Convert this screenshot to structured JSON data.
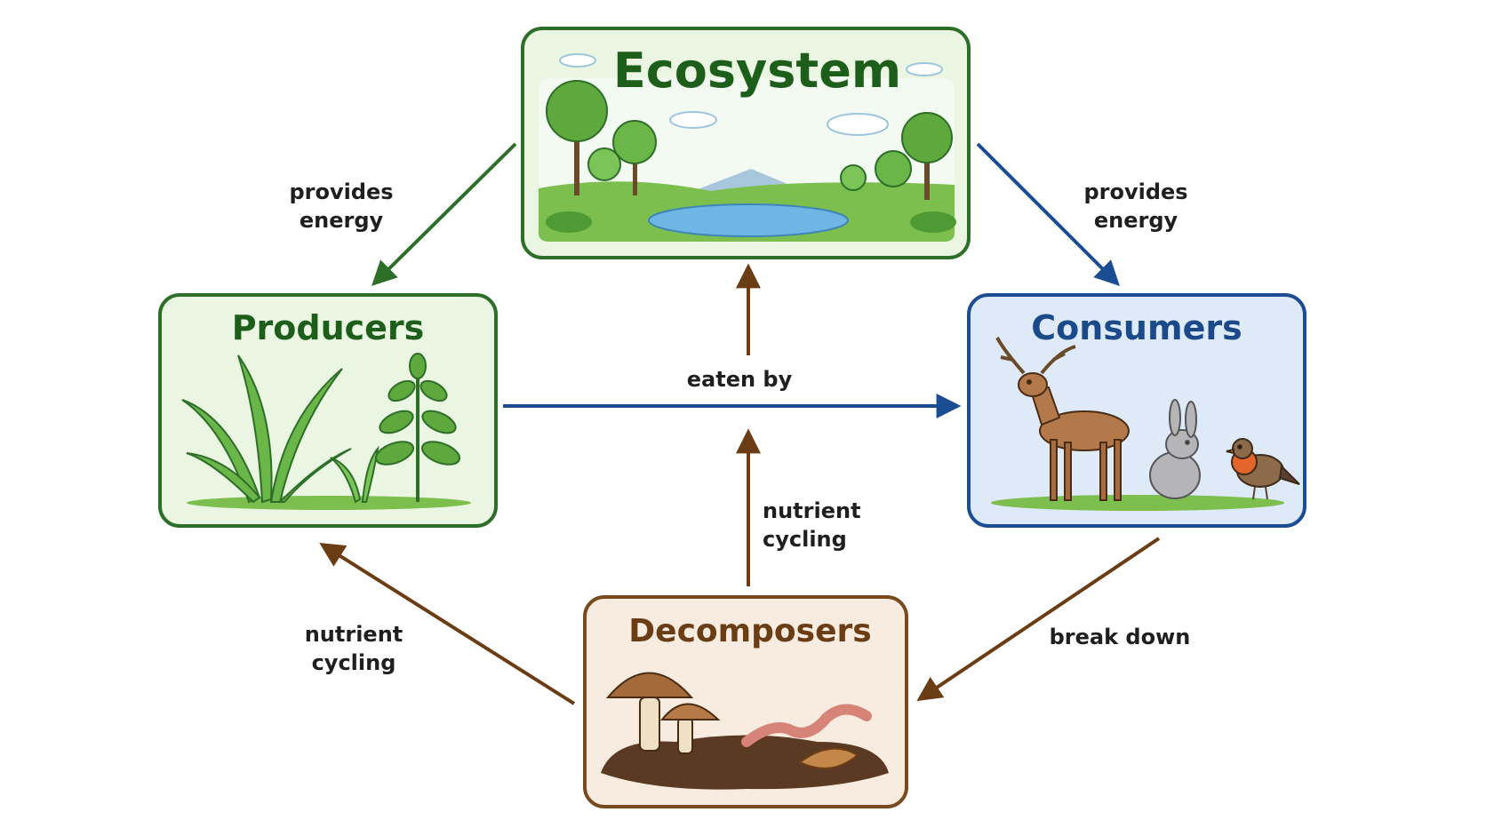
{
  "diagram": {
    "nodes": {
      "ecosystem": {
        "title": "Ecosystem",
        "accent": "#1e5e1b",
        "fill": "#eaf6e1",
        "border": "#2d6e28"
      },
      "producers": {
        "title": "Producers",
        "accent": "#1e5e1b",
        "fill": "#eaf6e1",
        "border": "#2d6e28"
      },
      "consumers": {
        "title": "Consumers",
        "accent": "#1b4a8a",
        "fill": "#dfeaf8",
        "border": "#1c4d93"
      },
      "decomposers": {
        "title": "Decomposers",
        "accent": "#6b3d14",
        "fill": "#f8ece0",
        "border": "#7a4a1f"
      }
    },
    "edges": {
      "eco_to_producers": {
        "label_line1": "provides",
        "label_line2": "energy",
        "color": "#2d6e28"
      },
      "eco_to_consumers": {
        "label_line1": "provides",
        "label_line2": "energy",
        "color": "#1c4d93"
      },
      "producers_to_consumers": {
        "label": "eaten by",
        "color": "#1c4d93"
      },
      "consumers_to_decomposers": {
        "label": "break down",
        "color": "#6b3d14"
      },
      "decomposers_to_producers": {
        "label_line1": "nutrient",
        "label_line2": "cycling",
        "color": "#6b3d14"
      },
      "decomposers_to_ecosystem": {
        "label_line1": "nutrient",
        "label_line2": "cycling",
        "color": "#6b3d14"
      }
    }
  }
}
